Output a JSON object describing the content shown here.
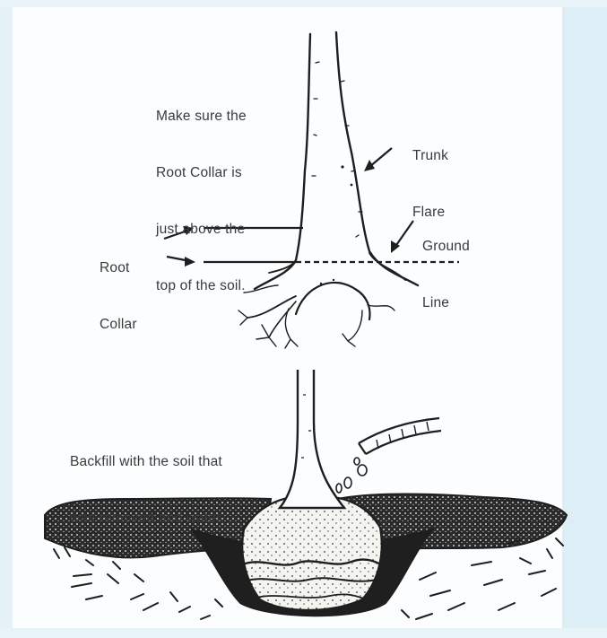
{
  "labels": {
    "root_collar_note": [
      "Make sure the",
      "Root Collar is",
      "just above the",
      "top of the soil."
    ],
    "trunk_flare": [
      "Trunk",
      "Flare"
    ],
    "ground_line": [
      "Ground",
      "Line"
    ],
    "root_collar": [
      "Root",
      "Collar"
    ],
    "backfill_note": [
      "Backfill with the soil that",
      "was removed and water."
    ]
  }
}
